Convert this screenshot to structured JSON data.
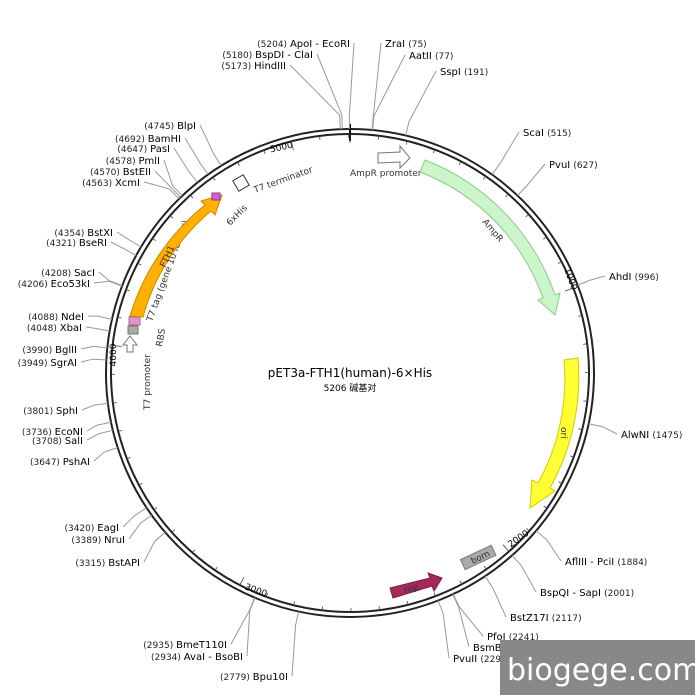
{
  "title": "pET3a-FTH1(human)-6×His",
  "subtitle": "5206 碱基对",
  "watermark": "biogege.com",
  "scale_labels": [
    "1000",
    "2000",
    "3000",
    "4000",
    "5000"
  ],
  "sites": [
    {
      "name": "ApoI - EcoRI",
      "pos": "(5204)"
    },
    {
      "name": "BspDI - ClaI",
      "pos": "(5180)"
    },
    {
      "name": "HindIII",
      "pos": "(5173)"
    },
    {
      "name": "ZraI",
      "pos": "(75)"
    },
    {
      "name": "AatII",
      "pos": "(77)"
    },
    {
      "name": "SspI",
      "pos": "(191)"
    },
    {
      "name": "ScaI",
      "pos": "(515)"
    },
    {
      "name": "PvuI",
      "pos": "(627)"
    },
    {
      "name": "AhdI",
      "pos": "(996)"
    },
    {
      "name": "AlwNI",
      "pos": "(1475)"
    },
    {
      "name": "AflIII - PciI",
      "pos": "(1884)"
    },
    {
      "name": "BspQI - SapI",
      "pos": "(2001)"
    },
    {
      "name": "BstZ17I",
      "pos": "(2117)"
    },
    {
      "name": "PfoI",
      "pos": "(2241)"
    },
    {
      "name": "BsmBI - Esp3I",
      "pos": "(2243)"
    },
    {
      "name": "PvuII",
      "pos": "(2297)"
    },
    {
      "name": "Bpu10I",
      "pos": "(2779)"
    },
    {
      "name": "AvaI - BsoBI",
      "pos": "(2934)"
    },
    {
      "name": "BmeT110I",
      "pos": "(2935)"
    },
    {
      "name": "BstAPI",
      "pos": "(3315)"
    },
    {
      "name": "NruI",
      "pos": "(3389)"
    },
    {
      "name": "EagI",
      "pos": "(3420)"
    },
    {
      "name": "PshAI",
      "pos": "(3647)"
    },
    {
      "name": "SalI",
      "pos": "(3708)"
    },
    {
      "name": "EcoNI",
      "pos": "(3736)"
    },
    {
      "name": "SphI",
      "pos": "(3801)"
    },
    {
      "name": "SgrAI",
      "pos": "(3949)"
    },
    {
      "name": "BglII",
      "pos": "(3990)"
    },
    {
      "name": "XbaI",
      "pos": "(4048)"
    },
    {
      "name": "NdeI",
      "pos": "(4088)"
    },
    {
      "name": "Eco53kI",
      "pos": "(4206)"
    },
    {
      "name": "SacI",
      "pos": "(4208)"
    },
    {
      "name": "BseRI",
      "pos": "(4321)"
    },
    {
      "name": "BstXI",
      "pos": "(4354)"
    },
    {
      "name": "XcmI",
      "pos": "(4563)"
    },
    {
      "name": "BstEII",
      "pos": "(4570)"
    },
    {
      "name": "PmlI",
      "pos": "(4578)"
    },
    {
      "name": "PasI",
      "pos": "(4647)"
    },
    {
      "name": "BamHI",
      "pos": "(4692)"
    },
    {
      "name": "BlpI",
      "pos": "(4745)"
    }
  ],
  "features": [
    {
      "name": "AmpR promoter",
      "color": "#ffffff",
      "stroke": "#777777"
    },
    {
      "name": "AmpR",
      "color": "#ccf5cc",
      "stroke": "#88cc88"
    },
    {
      "name": "ori",
      "color": "#ffff33",
      "stroke": "#cccc00"
    },
    {
      "name": "bom",
      "color": "#aaaaaa",
      "stroke": "#777777"
    },
    {
      "name": "rop",
      "color": "#a52a5a",
      "stroke": "#7a1e42"
    },
    {
      "name": "T7 promoter",
      "color": "#ffffff",
      "stroke": "#777777"
    },
    {
      "name": "RBS",
      "color": "#aaaaaa",
      "stroke": "#777777"
    },
    {
      "name": "T7 tag (gene 10 leader)",
      "color": "#e096c8",
      "stroke": "#aa6699"
    },
    {
      "name": "FTH1",
      "color": "#ffb000",
      "stroke": "#cc8800"
    },
    {
      "name": "6xHis",
      "color": "#cc66cc",
      "stroke": "#993399"
    },
    {
      "name": "T7 terminator",
      "color": "#ffffff",
      "stroke": "#777777"
    }
  ]
}
